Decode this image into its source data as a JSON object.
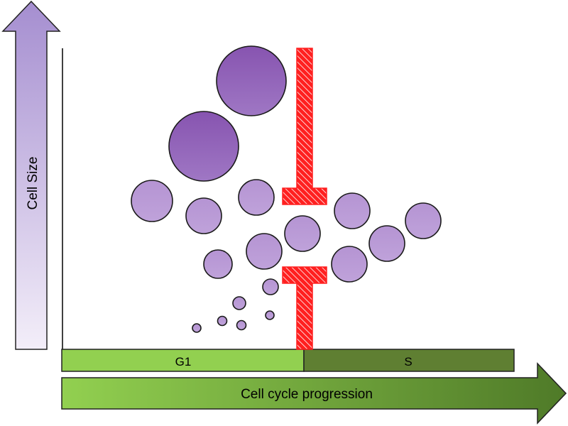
{
  "labels": {
    "y_axis": "Cell Size",
    "x_axis": "Cell cycle progression",
    "phase_g1": "G1",
    "phase_s": "S"
  },
  "colors": {
    "cell_large": "#8e5db4",
    "cell_mid": "#b897d4",
    "cell_stroke": "#1a1a1a",
    "checkpoint": "#ff2a2a",
    "g1_bar": "#92d050",
    "s_bar": "#5f7f32",
    "size_arrow_top": "#a58ed0",
    "size_arrow_bottom": "#f1ecf8",
    "progress_arrow_start": "#92d050",
    "progress_arrow_end": "#4f7a28"
  },
  "icons": {
    "checkpoint": "hatched-inhibition-bars",
    "cells": "circles"
  }
}
